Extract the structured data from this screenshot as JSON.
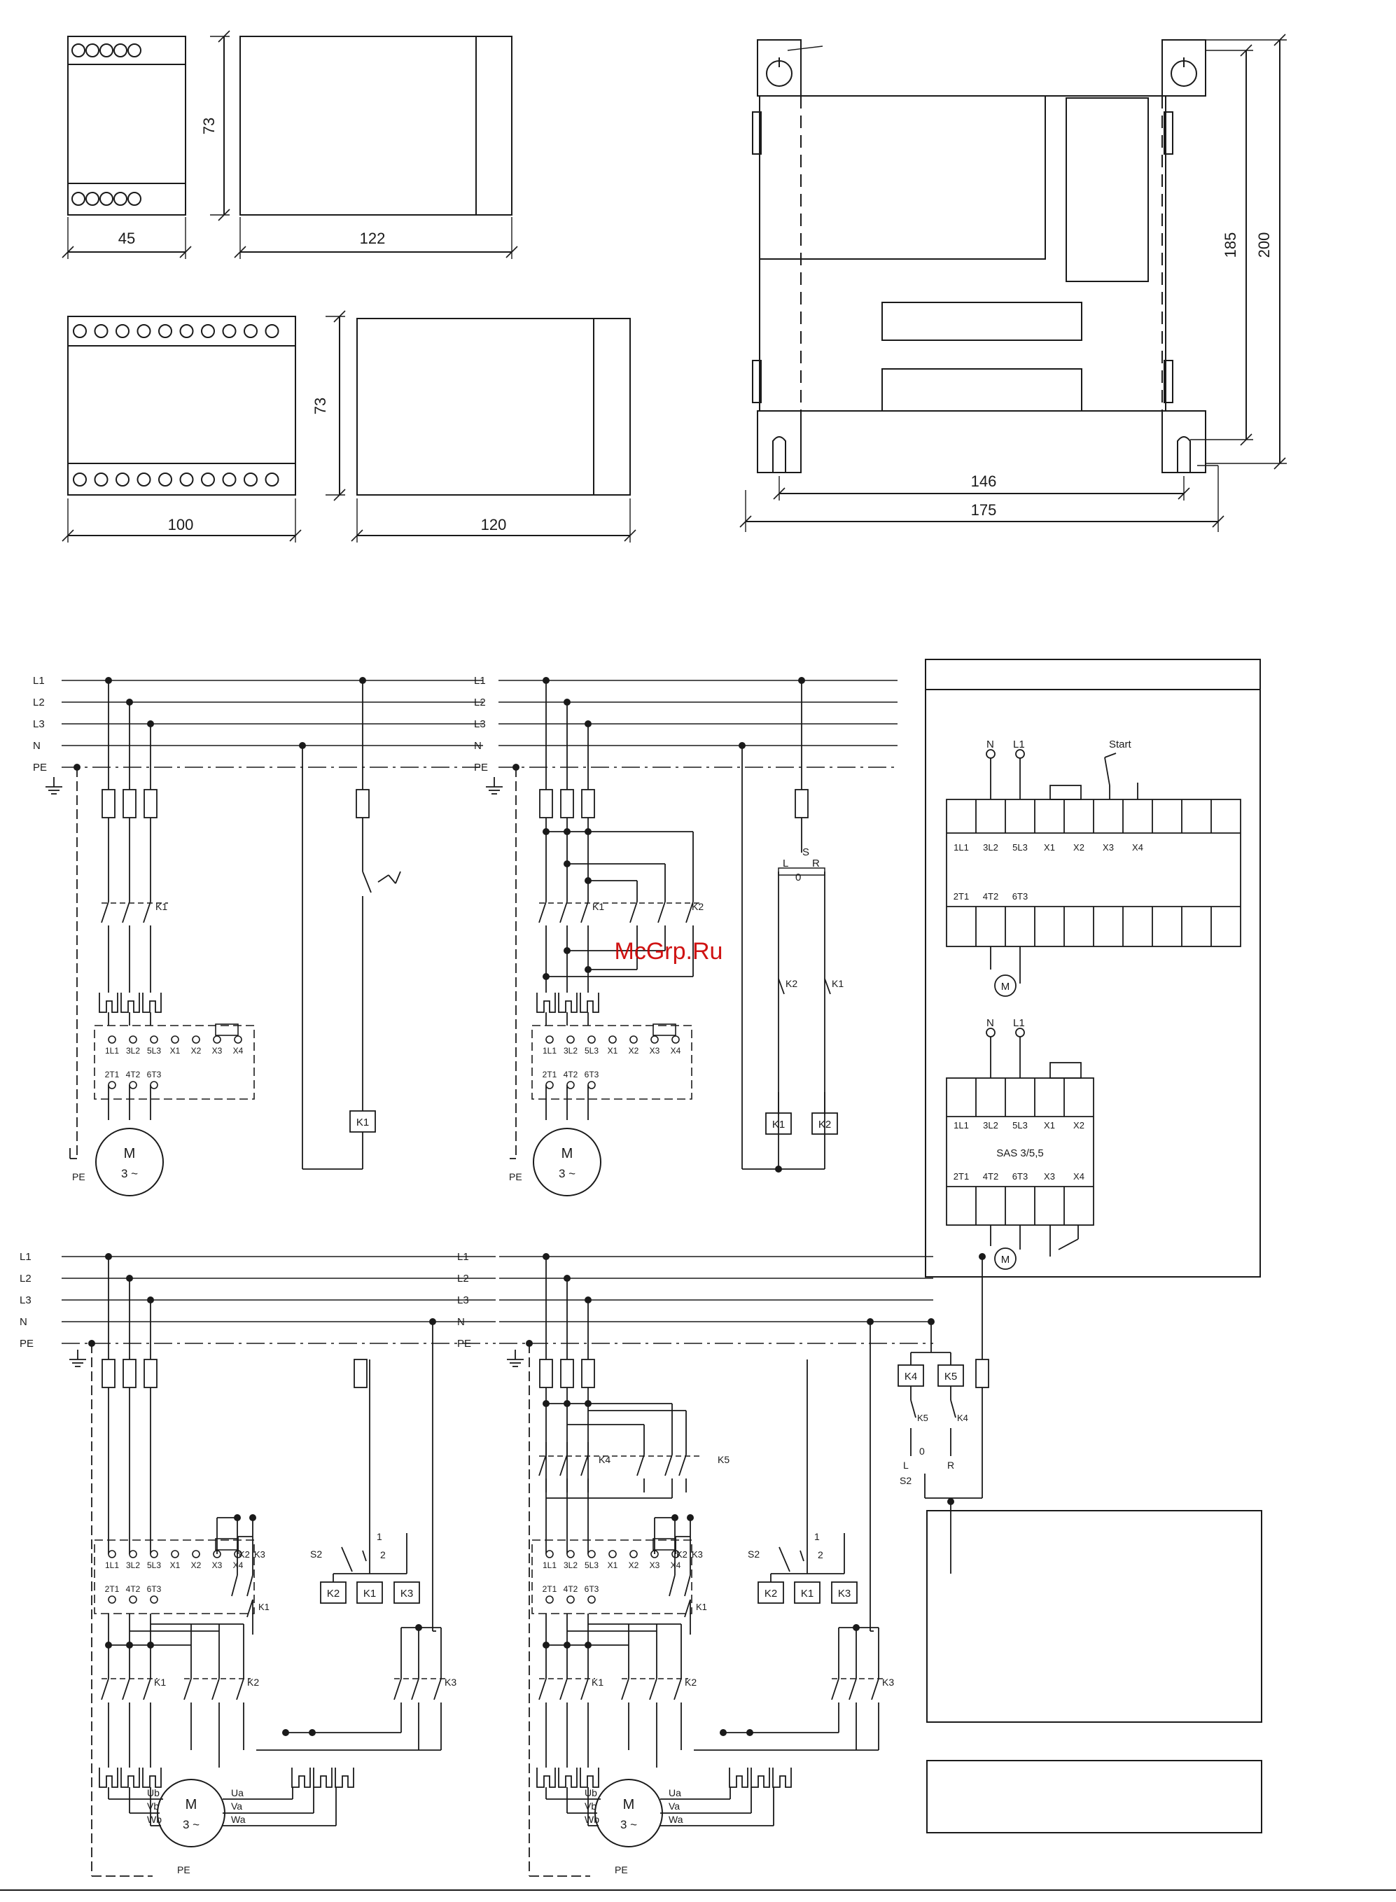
{
  "dimensions": {
    "relay_small_height": "73",
    "relay_small_width": "45",
    "relay_small_depth": "122",
    "relay_large_height": "73",
    "relay_large_width": "100",
    "relay_large_depth": "120",
    "enclosure_hole_spacing": "146",
    "enclosure_width": "175",
    "enclosure_inner_height": "185",
    "enclosure_height": "200"
  },
  "bus_labels": [
    "L1",
    "L2",
    "L3",
    "N",
    "PE"
  ],
  "terminals": {
    "top_row": [
      "1L1",
      "3L2",
      "5L3",
      "X1",
      "X2",
      "X3",
      "X4"
    ],
    "bottom_row": [
      "2T1",
      "4T2",
      "6T3"
    ]
  },
  "motor": {
    "letter": "M",
    "phase": "3 ~"
  },
  "pe_label": "PE",
  "contactors": {
    "k1": "K1",
    "k2": "K2",
    "k3": "K3",
    "k4": "K4",
    "k5": "K5"
  },
  "switch_labels": {
    "l": "L",
    "r": "R",
    "zero": "0",
    "s": "S",
    "s2": "S2"
  },
  "star_delta_labels": {
    "ub": "Ub",
    "vb": "Vb",
    "wb": "Wb",
    "ua": "Ua",
    "va": "Va",
    "wa": "Wa"
  },
  "sensor_labels": {
    "one": "1",
    "two": "2"
  },
  "panel": {
    "n": "N",
    "l1": "L1",
    "start": "Start",
    "top_labels": [
      "1L1",
      "3L2",
      "5L3",
      "X1",
      "X2",
      "X3",
      "X4"
    ],
    "bottom_labels": [
      "2T1",
      "4T2",
      "6T3"
    ],
    "small_top_labels": [
      "1L1",
      "3L2",
      "5L3",
      "X1",
      "X2"
    ],
    "small_model": "SAS 3/5,5",
    "small_bottom_labels": [
      "2T1",
      "4T2",
      "6T3",
      "X3",
      "X4"
    ]
  },
  "watermark": "McGrp.Ru",
  "colors": {
    "line": "#1a1a1a",
    "watermark": "#cc0000",
    "background": "#ffffff"
  }
}
